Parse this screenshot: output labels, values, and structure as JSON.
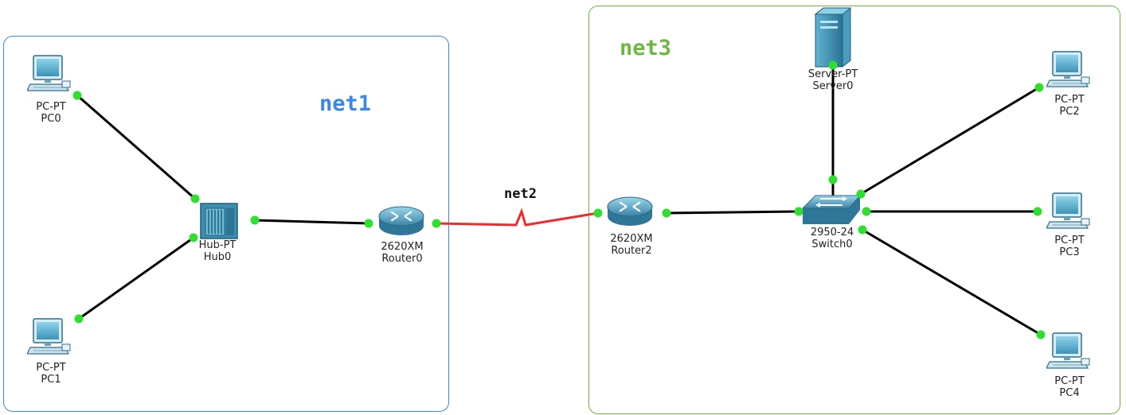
{
  "areas": {
    "net1": {
      "label": "net1",
      "color": "#3b87e8"
    },
    "net3": {
      "label": "net3",
      "color": "#6db843"
    }
  },
  "wan_link": {
    "label": "net2",
    "color": "#ef2b2b"
  },
  "colors": {
    "link": "#000000",
    "port": "#2ee02e",
    "device_body": "#3a8fae"
  },
  "devices": {
    "pc0": {
      "model": "PC-PT",
      "name": "PC0"
    },
    "pc1": {
      "model": "PC-PT",
      "name": "PC1"
    },
    "hub0": {
      "model": "Hub-PT",
      "name": "Hub0"
    },
    "router0": {
      "model": "2620XM",
      "name": "Router0"
    },
    "router2": {
      "model": "2620XM",
      "name": "Router2"
    },
    "switch0": {
      "model": "2950-24",
      "name": "Switch0"
    },
    "server0": {
      "model": "Server-PT",
      "name": "Server0"
    },
    "pc2": {
      "model": "PC-PT",
      "name": "PC2"
    },
    "pc3": {
      "model": "PC-PT",
      "name": "PC3"
    },
    "pc4": {
      "model": "PC-PT",
      "name": "PC4"
    }
  }
}
